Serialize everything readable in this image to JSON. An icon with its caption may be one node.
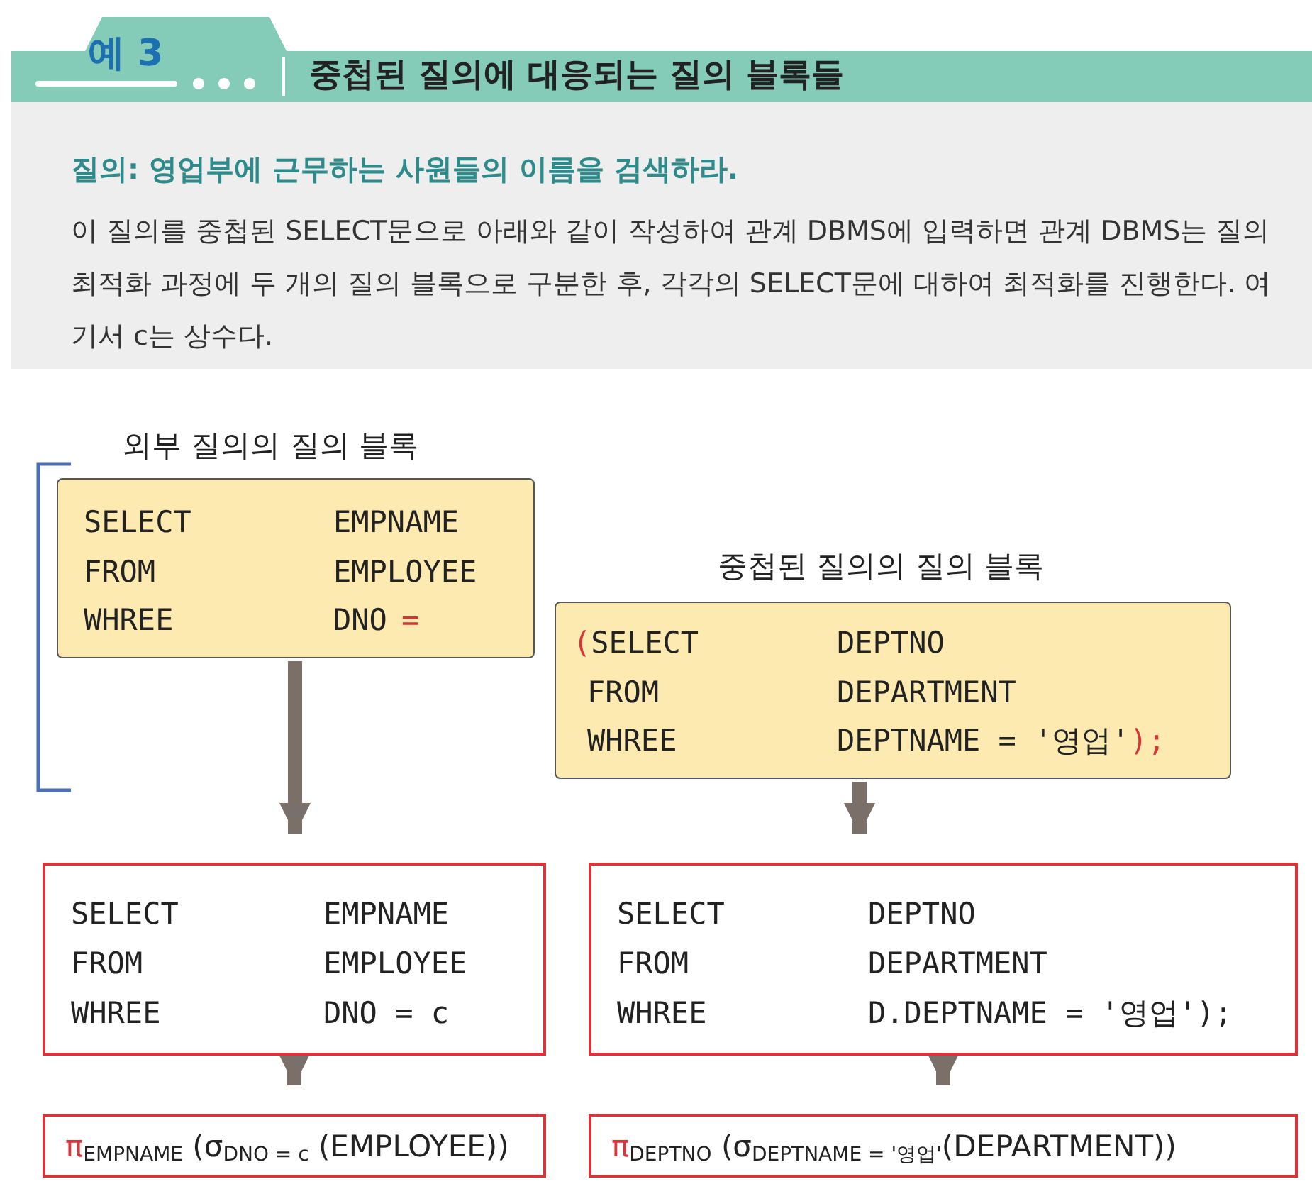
{
  "diagram": {
    "title": "중첩된 질의에 대응되는 질의 블록들",
    "nodes": [
      {
        "text": [
          "SELECT",
          "EMPNAME",
          "FROM",
          "EMPLOYEE",
          "WHREE",
          "DNO",
          "="
        ],
        "beside": [
          "외부 질의의 질의 블록"
        ]
      },
      {
        "text": [
          "(",
          "SELECT",
          "DEPTNO",
          "FROM",
          "DEPARTMENT",
          "WHREE",
          "DEPTNAME = '영업'",
          ");"
        ],
        "beside": [
          "중첩된 질의의 질의 블록"
        ]
      },
      {
        "text": [
          "SELECT",
          "EMPNAME",
          "FROM",
          "EMPLOYEE",
          "WHREE",
          "DNO = c"
        ]
      },
      {
        "text": [
          "SELECT",
          "DEPTNO",
          "FROM",
          "DEPARTMENT",
          "WHREE",
          "D.DEPTNAME = '영업');"
        ]
      },
      {
        "text": [
          "π$_{EMPNAME}$ (σ$_{DNO = c}$ (EMPLOYEE))"
        ]
      },
      {
        "text": [
          "π$_{DEPTNO}$ (σ$_{DEPTNAME = '영업'}$(DEPARTMENT))"
        ]
      }
    ],
    "edges": [
      {
        "from": 0,
        "to": 2,
        "arrow": "to"
      },
      {
        "from": 1,
        "to": 3,
        "arrow": "to"
      },
      {
        "from": 2,
        "to": 4,
        "arrow": "to"
      },
      {
        "from": 3,
        "to": 5,
        "arrow": "to"
      }
    ],
    "labels": [
      "예 3",
      "질의: 영업부에 근무하는 사원들의 이름을 검색하라.",
      "이 질의를 중첩된 SELECT문으로 아래와 같이 작성하여 관계 DBMS에 입력하면 관계 DBMS는 질의 최적화 과정에 두 개의 질의 블록으로 구분한 후, 각각의 SELECT문에 대하여 최적화를 진행한다. 여기서 c는 상수다."
    ]
  }
}
